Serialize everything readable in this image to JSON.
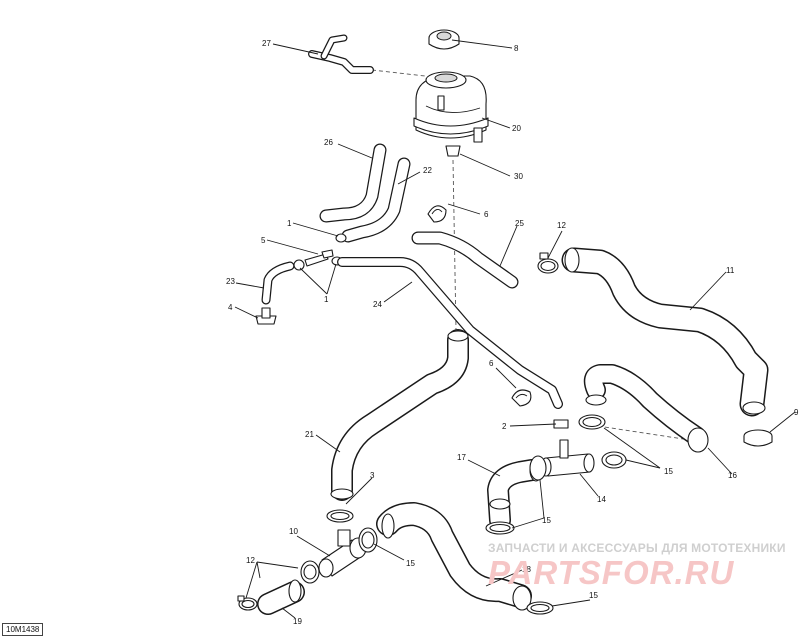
{
  "diagram": {
    "id": "10M1438",
    "callouts": {
      "c27": "27",
      "c8": "8",
      "c20": "20",
      "c26": "26",
      "c22": "22",
      "c30": "30",
      "c6a": "6",
      "c1a": "1",
      "c5": "5",
      "c1b": "1",
      "c25": "25",
      "c12a": "12",
      "c11": "11",
      "c23": "23",
      "c24": "24",
      "c4": "4",
      "c6b": "6",
      "c9": "9",
      "c2": "2",
      "c21": "21",
      "c15a": "15",
      "c16": "16",
      "c17": "17",
      "c3": "3",
      "c14": "14",
      "c15b": "15",
      "c10": "10",
      "c15c": "15",
      "c12b": "12",
      "c18": "18",
      "c19": "19",
      "c15d": "15"
    }
  },
  "watermark": {
    "tagline": "ЗАПЧАСТИ И АКСЕССУАРЫ ДЛЯ МОТОТЕХНИКИ",
    "logo": "PARTSFOR.RU"
  }
}
